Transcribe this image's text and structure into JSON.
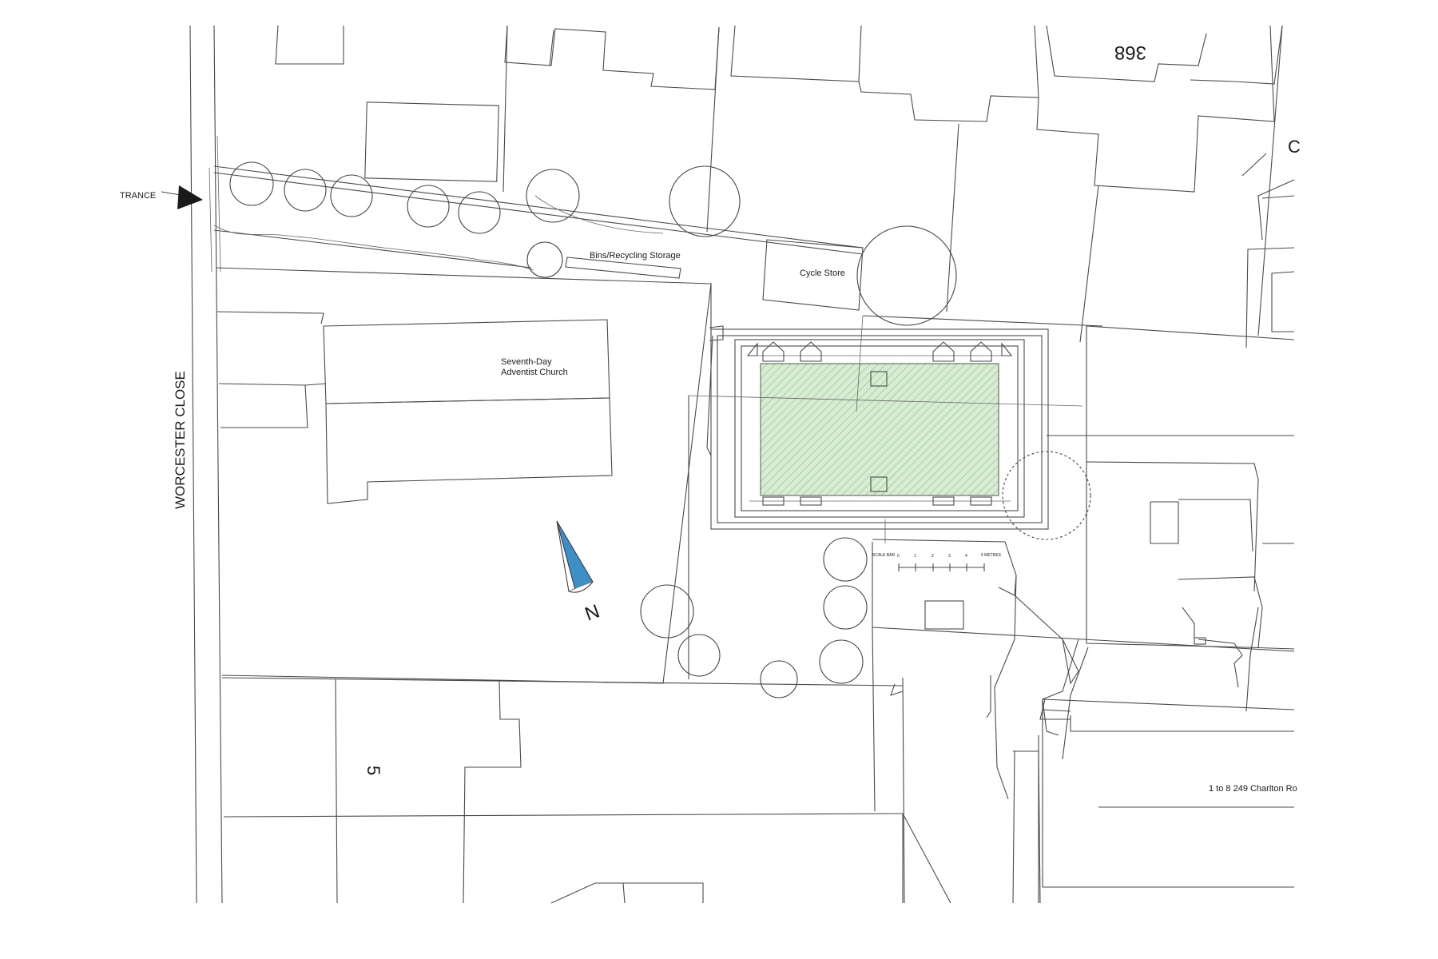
{
  "plan": {
    "street_name": "WORCESTER CLOSE",
    "entrance_label": "TRANCE",
    "bins_label": "Bins/Recycling Storage",
    "cycle_label": "Cycle Store",
    "church_label_line1": "Seventh-Day",
    "church_label_line2": "Adventist Church",
    "house_number_top": "368",
    "house_number_left": "5",
    "address_label": "1 to 8   249 Charlton Ro",
    "partial_label": "C",
    "north_label": "N",
    "scale_bar_label": "SCALE BAR",
    "scale_bar_unit": "5 METRES",
    "scale_ticks": [
      "0",
      "1",
      "2",
      "3",
      "4"
    ]
  },
  "colors": {
    "roof_fill": "#d8ecd2",
    "roof_hatch": "#7fbf86",
    "north_arrow_fill": "#3d8fc6",
    "entrance_arrow": "#1a1a1a"
  }
}
